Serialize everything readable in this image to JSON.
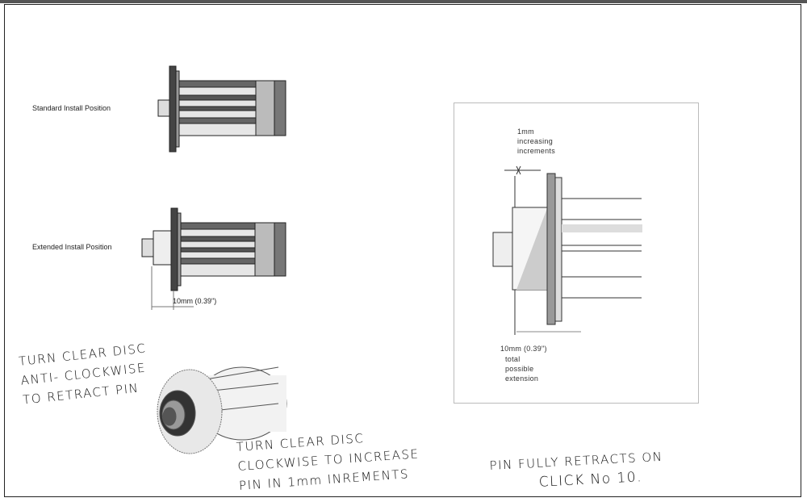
{
  "labels": {
    "standard": "Standard Install Position",
    "extended": "Extended Install Position",
    "extended_dimension": "10mm (0.39\")"
  },
  "detail": {
    "increment_lines": [
      "1mm",
      "increasing",
      "increments"
    ],
    "extension_dimension": "10mm (0.39\")",
    "extension_lines": [
      "total",
      "possible",
      "extension"
    ]
  },
  "handwritten": {
    "retract": [
      "TURN CLEAR DISC",
      "ANTI- CLOCKWISE",
      "TO RETRACT PIN"
    ],
    "increase": [
      "TURN CLEAR DISC",
      "CLOCKWISE TO INCREASE",
      "PIN IN 1mm INREMENTS"
    ],
    "full_retract": [
      "PIN FULLY RETRACTS ON",
      "CLICK No 10."
    ]
  }
}
